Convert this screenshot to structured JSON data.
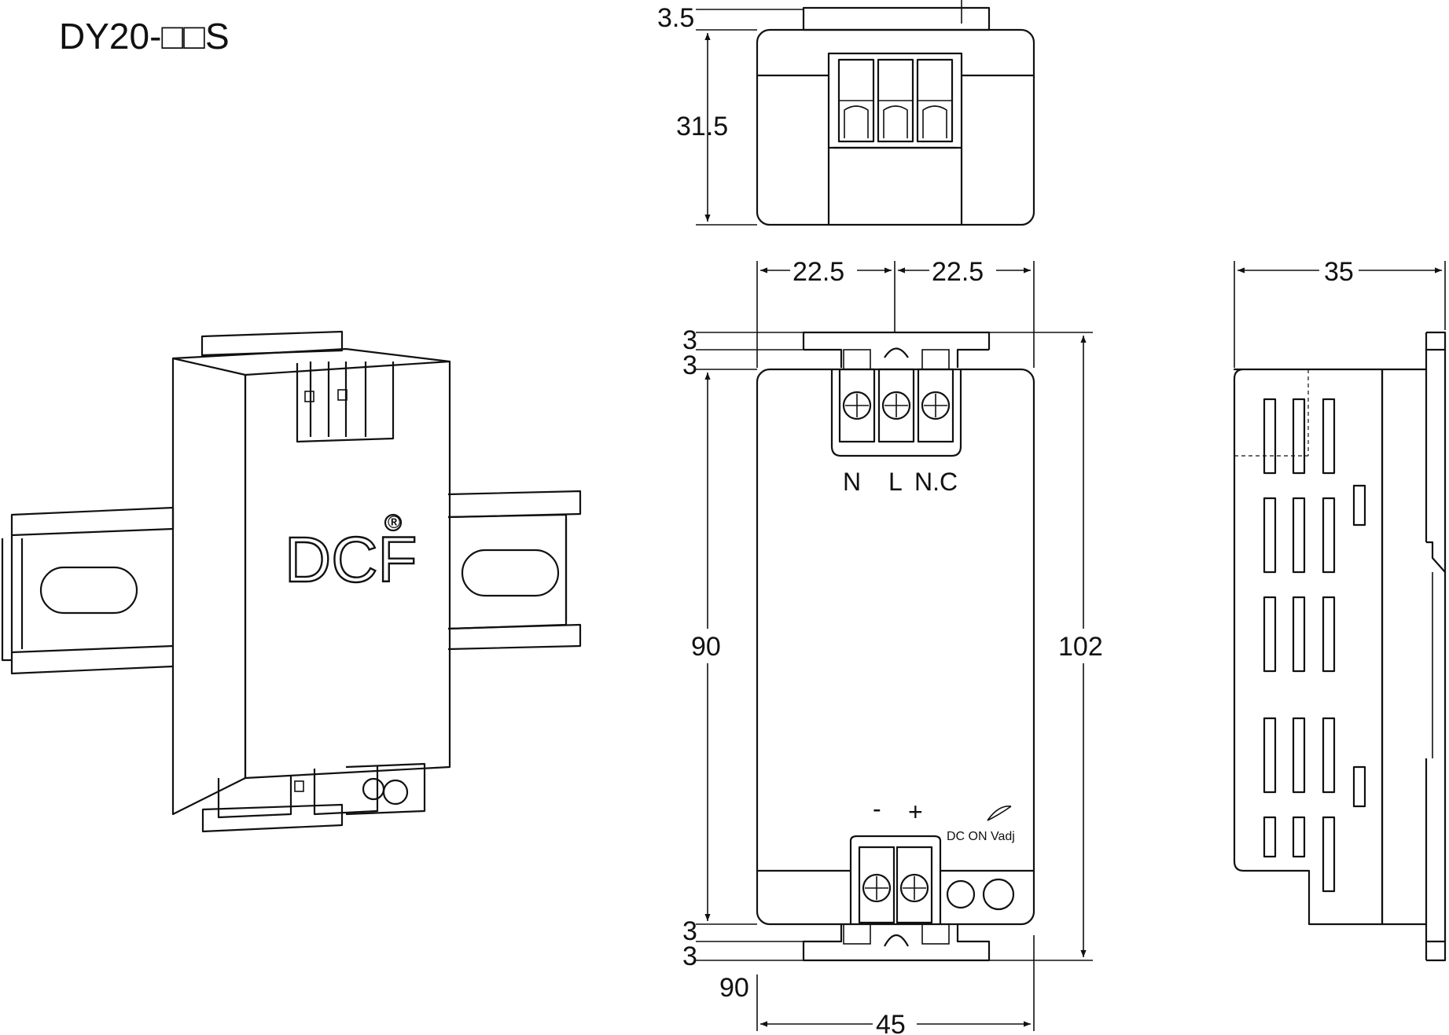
{
  "title": "DY20-□□S",
  "brand": {
    "logo_text": "DCF",
    "registered_mark": "®"
  },
  "terminals": {
    "input_labels": {
      "n": "N",
      "l": "L",
      "nc": "N.C"
    },
    "output_labels": {
      "minus": "-",
      "plus": "+"
    },
    "indicator_label": "DC ON Vadj"
  },
  "dimensions": {
    "top_view": {
      "clip_height": "3.5",
      "body_height": "31.5"
    },
    "front_view": {
      "half_width_left": "22.5",
      "half_width_right": "22.5",
      "clip_top_1": "3",
      "clip_top_2": "3",
      "body_height": "90",
      "total_height": "102",
      "clip_bottom_1": "3",
      "clip_bottom_2": "3",
      "bottom_label": "90",
      "total_width": "45"
    },
    "side_view": {
      "depth": "35"
    }
  },
  "colors": {
    "line": "#111111",
    "background": "#ffffff"
  }
}
